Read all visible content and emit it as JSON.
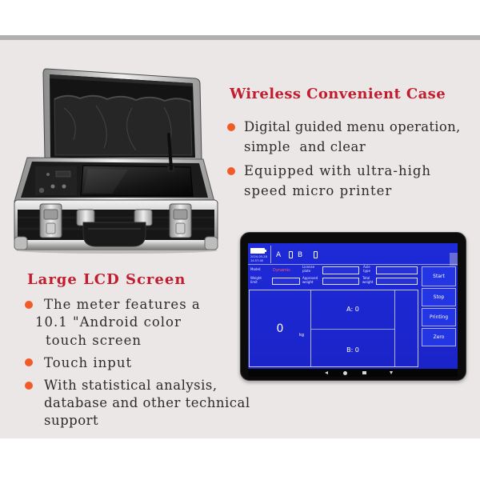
{
  "case_section": {
    "title": "Wireless Convenient Case",
    "bullets": [
      {
        "lines": [
          "Digital guided menu operation,",
          "simple  and clear"
        ]
      },
      {
        "lines": [
          "Equipped with ultra-high",
          "speed micro printer"
        ]
      }
    ]
  },
  "lcd_section": {
    "title": "Large LCD Screen",
    "bullets": [
      {
        "lines": [
          "The meter features a",
          "10.1 \"Android color",
          "touch screen"
        ]
      },
      {
        "lines": [
          "Touch input"
        ]
      },
      {
        "lines": [
          "With statistical analysis,",
          "database and other technical",
          "support"
        ]
      }
    ]
  },
  "device_screen": {
    "date": "2024-05-28",
    "time": "14:57:40",
    "channel_a": "A",
    "channel_b": "B",
    "model_label": "Model:",
    "model_value": "Dynamic",
    "license_plate_label": "License plate",
    "axle_type_label": "Axle type",
    "weight_limit_label": "Weight limit",
    "approved_weight_label": "Approved weight",
    "total_weight_label": "Total weight",
    "weight_value": "0",
    "weight_unit": "kg",
    "axle_a": "A: 0",
    "axle_b": "B: 0",
    "buttons": {
      "start": "Start",
      "stop": "Stop",
      "printing": "Printing",
      "zero": "Zero"
    },
    "status_icons": [
      "battery-icon",
      "channel-a-status-icon",
      "channel-b-status-icon"
    ],
    "nav_icons": [
      "back-icon",
      "home-icon",
      "recents-icon",
      "hide-keyboard-icon"
    ]
  },
  "product_photo": {
    "icons": [
      "aluminum-case-icon",
      "antenna-icon",
      "handle-icon",
      "latch-icon"
    ]
  },
  "colors": {
    "heading_red": "#c21d2e",
    "bullet_orange": "#f15a29",
    "body_text": "#2b2b2b",
    "background": "#ebe7e6",
    "screen_blue": "#1f2ad8",
    "model_value_red": "#ff5a5a"
  }
}
